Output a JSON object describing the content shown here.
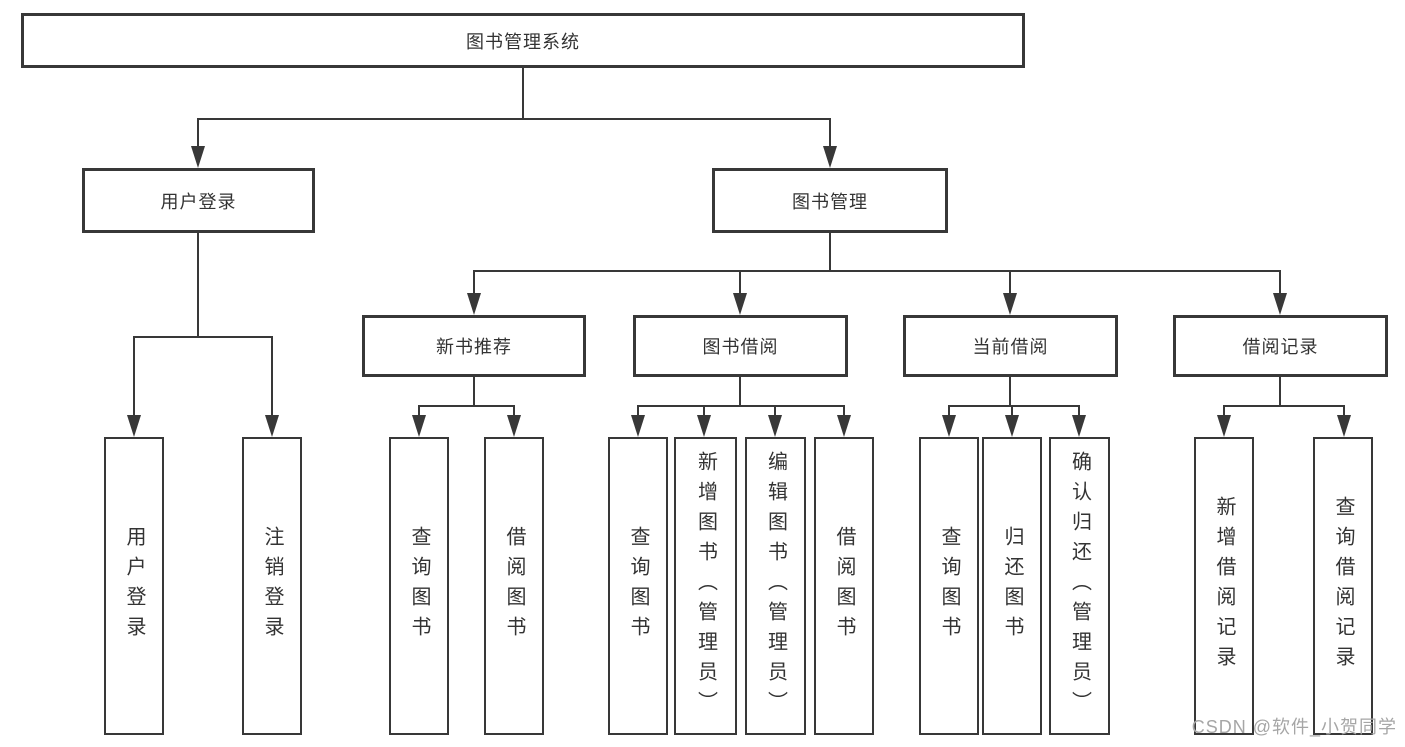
{
  "tree": {
    "root": "图书管理系统",
    "branches": [
      {
        "label": "用户登录",
        "leaves": [
          "用户登录",
          "注销登录"
        ]
      },
      {
        "label": "图书管理",
        "groups": [
          {
            "label": "新书推荐",
            "leaves": [
              "查询图书",
              "借阅图书"
            ]
          },
          {
            "label": "图书借阅",
            "leaves": [
              "查询图书",
              "新增图书（管理员）",
              "编辑图书（管理员）",
              "借阅图书"
            ]
          },
          {
            "label": "当前借阅",
            "leaves": [
              "查询图书",
              "归还图书",
              "确认归还（管理员）"
            ]
          },
          {
            "label": "借阅记录",
            "leaves": [
              "新增借阅记录",
              "查询借阅记录"
            ]
          }
        ]
      }
    ]
  },
  "watermark": "CSDN @软件_小贺同学",
  "colors": {
    "line": "#383838",
    "text": "#333333",
    "watermark": "#a6a6a6",
    "background": "#ffffff"
  }
}
